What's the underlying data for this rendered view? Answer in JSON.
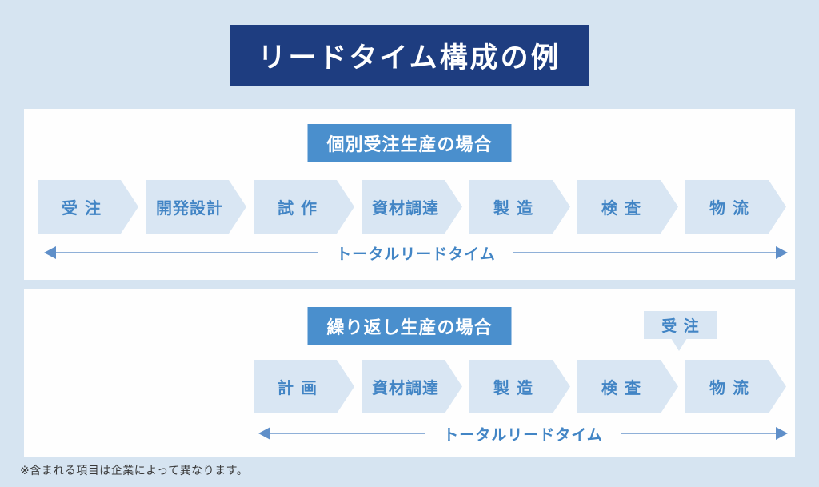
{
  "title_banner": {
    "text": "リードタイム構成の例"
  },
  "sections": [
    {
      "heading": "個別受注生産の場合",
      "steps": [
        "受 注",
        "開発設計",
        "試 作",
        "資材調達",
        "製 造",
        "検 査",
        "物 流"
      ],
      "timeline_label": "トータルリードタイム"
    },
    {
      "heading": "繰り返し生産の場合",
      "callout_label": "受 注",
      "steps": [
        "計 画",
        "資材調達",
        "製 造",
        "検 査",
        "物 流"
      ],
      "timeline_label": "トータルリードタイム"
    }
  ],
  "footnote": "※含まれる項目は企業によって異なります。",
  "colors": {
    "page_bg": "#d6e4f1",
    "panel_bg": "#fefefe",
    "title_bg": "#1e3d80",
    "subheader_bg": "#4a8fcd",
    "chevron_bg": "#d9e6f3",
    "accent_text": "#4285c5",
    "arrow_line": "#8fb0d8",
    "arrow_head": "#5f8fc9",
    "footnote_text": "#3a3a3a"
  }
}
